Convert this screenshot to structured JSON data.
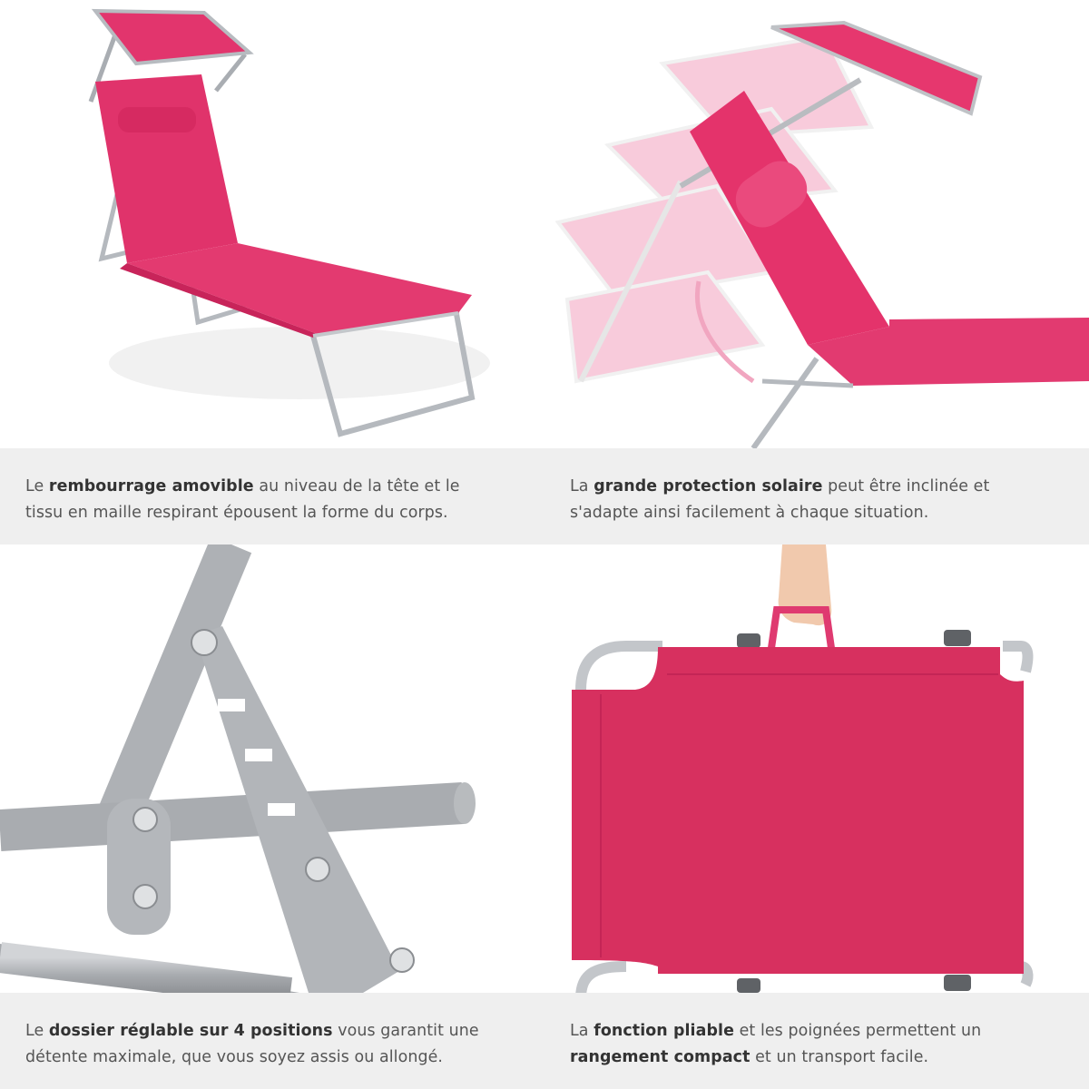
{
  "colors": {
    "fabric_pink": "#dd2e68",
    "fabric_pink_light": "#f2a8c2",
    "frame_silver": "#b9bcc0",
    "caption_bg": "#efefef",
    "caption_text": "#555555",
    "caption_bold": "#333333"
  },
  "panels": [
    {
      "id": "removable-headrest",
      "image_subject": "pink-sun-lounger-with-canopy",
      "caption": {
        "line1": {
          "pre": "Le ",
          "bold": "rembourrage amovible",
          "post": " au niveau de la tête et le"
        },
        "line2": {
          "pre": "tissu en maille respirant épousent la forme du corps.",
          "bold": "",
          "post": ""
        }
      }
    },
    {
      "id": "sun-canopy",
      "image_subject": "adjustable-sun-canopy-positions",
      "caption": {
        "line1": {
          "pre": "La ",
          "bold": "grande protection solaire",
          "post": " peut être inclinée et"
        },
        "line2": {
          "pre": "s'adapte ainsi facilement à chaque situation.",
          "bold": "",
          "post": ""
        }
      }
    },
    {
      "id": "adjustable-backrest",
      "image_subject": "backrest-ratchet-mechanism-closeup",
      "caption": {
        "line1": {
          "pre": "Le ",
          "bold": "dossier réglable sur 4 positions",
          "post": " vous garantit une"
        },
        "line2": {
          "pre": "détente maximale, que vous soyez assis ou allongé.",
          "bold": "",
          "post": ""
        }
      }
    },
    {
      "id": "foldable",
      "image_subject": "folded-lounger-carried-by-handle",
      "caption": {
        "line1": {
          "pre": "La ",
          "bold": "fonction pliable",
          "post": " et les poignées permettent un"
        },
        "line2": {
          "pre": "",
          "bold": "rangement compact",
          "post": " et un transport facile."
        }
      }
    }
  ]
}
